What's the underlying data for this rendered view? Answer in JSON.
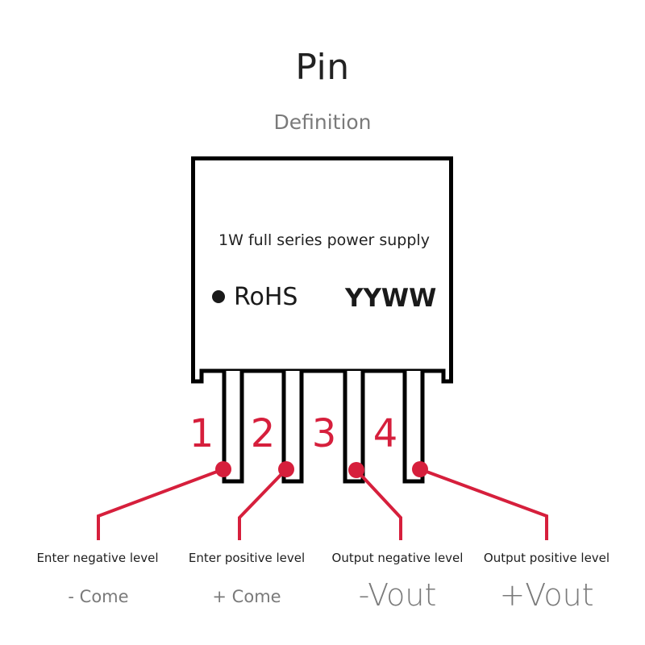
{
  "header": {
    "title": "Pin",
    "subtitle": "Definition"
  },
  "chip": {
    "description": "1W full series power supply",
    "rohs_label": "RoHS",
    "date_code": "YYWW"
  },
  "colors": {
    "accent": "#d61f3c",
    "outline": "#000000",
    "title": "#222222",
    "muted": "#7a7a7a"
  },
  "pins": [
    {
      "number": "1",
      "function": "Enter negative level",
      "name": "- Come"
    },
    {
      "number": "2",
      "function": "Enter positive level",
      "name": "+ Come"
    },
    {
      "number": "3",
      "function": "Output negative level",
      "name": "-Vout"
    },
    {
      "number": "4",
      "function": "Output positive level",
      "name": "+Vout"
    }
  ]
}
